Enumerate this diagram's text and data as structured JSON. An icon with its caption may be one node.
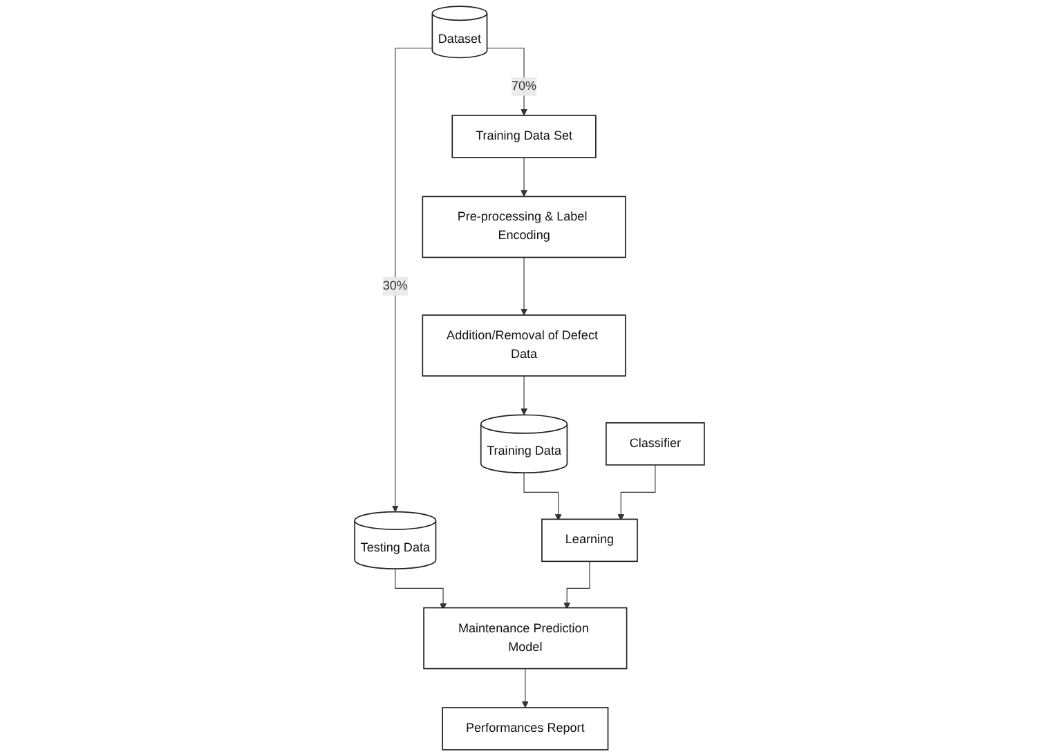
{
  "diagram": {
    "nodes": [
      {
        "text": [
          "Training Data Set"
        ]
      },
      {
        "text": [
          "Dataset"
        ]
      },
      {
        "text": [
          "Pre-processing & Label Encoding"
        ]
      },
      {
        "text": [
          "Testing Data"
        ]
      },
      {
        "text": [
          "Addition/Removal of Defect Data"
        ]
      },
      {
        "text": [
          "Maintenance Prediction Model"
        ]
      },
      {
        "text": [
          "Training Data"
        ]
      },
      {
        "text": [
          "Performances Report"
        ]
      },
      {
        "text": [
          "Classifier"
        ]
      },
      {
        "text": [
          "Learning"
        ]
      }
    ],
    "edges": [
      {
        "from": 1,
        "to": 0,
        "arrow": "to",
        "label": "70%"
      },
      {
        "from": 1,
        "to": 3,
        "arrow": "to",
        "label": "30%"
      },
      {
        "from": 0,
        "to": 2,
        "arrow": "to"
      },
      {
        "from": 2,
        "to": 4,
        "arrow": "to"
      },
      {
        "from": 4,
        "to": 6,
        "arrow": "to"
      },
      {
        "from": 3,
        "to": 5,
        "arrow": "to"
      },
      {
        "from": 6,
        "to": 9,
        "arrow": "to"
      },
      {
        "from": 8,
        "to": 9,
        "arrow": "to"
      },
      {
        "from": 9,
        "to": 5,
        "arrow": "to"
      },
      {
        "from": 5,
        "to": 7,
        "arrow": "to"
      }
    ]
  }
}
